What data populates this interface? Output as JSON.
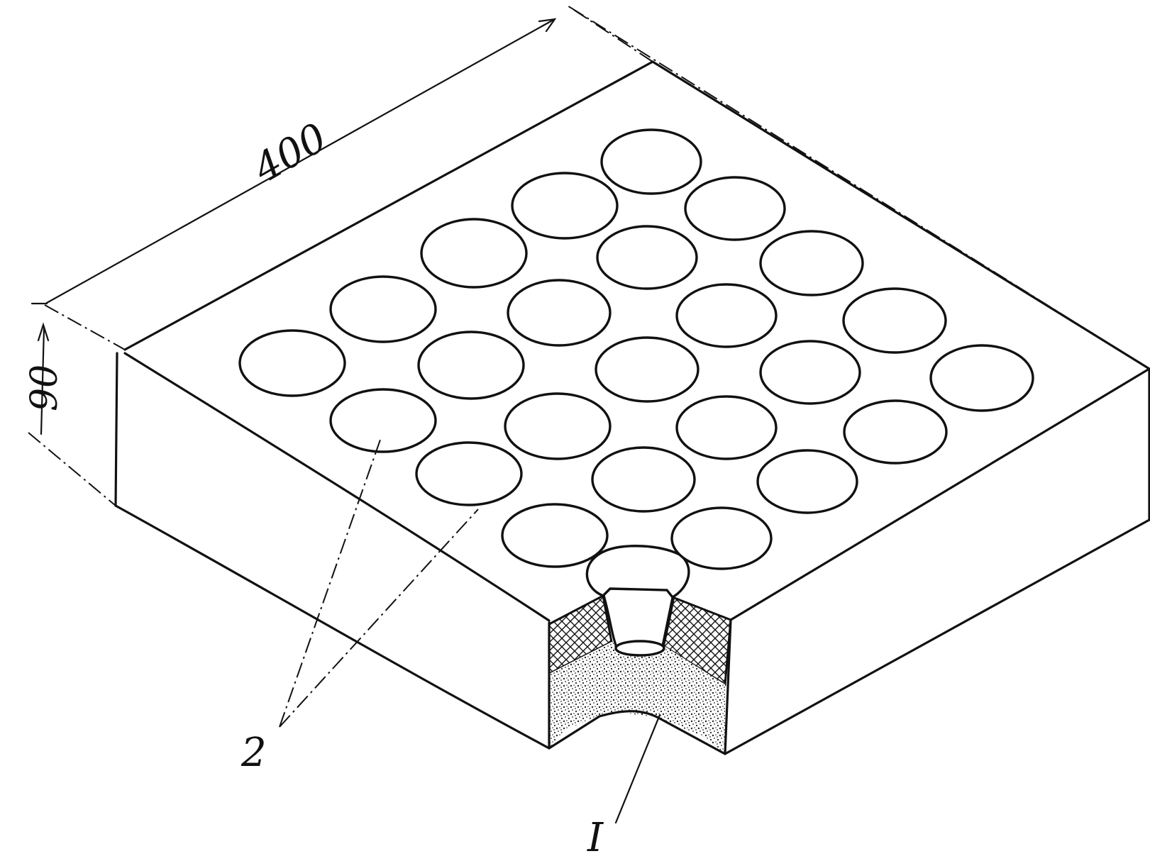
{
  "dimensions": {
    "length": "400",
    "height": "90"
  },
  "callouts": {
    "holes": "2",
    "cut_section": "I"
  },
  "drawing": {
    "hole_grid": "5 x 5",
    "hole_count": 25,
    "line_color": "#111111",
    "background": "#ffffff"
  }
}
